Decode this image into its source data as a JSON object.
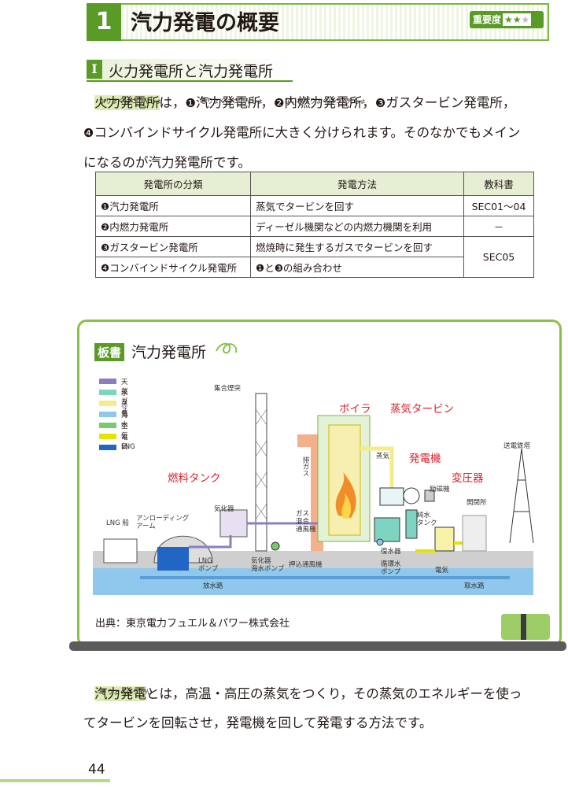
{
  "header": {
    "number": "1",
    "title": "汽力発電の概要",
    "importance_label": "重要度",
    "stars_on": "★★",
    "stars_off": "★"
  },
  "section": {
    "badge": "I",
    "title": "火力発電所と汽力発電所"
  },
  "intro": {
    "term": "火力発電所",
    "term_ruby": "かりょくはつでんしょ",
    "t1": "は，",
    "c1": "❶",
    "o1": "汽力発電所",
    "o1_ruby": "きりょくはつでんしょ",
    "t2": "，",
    "c2": "❷",
    "o2": "内燃力発電所",
    "o2_ruby": "ないねんりょくはつでんしょ",
    "t3": "，",
    "c3": "❸",
    "o3": "ガスタービン発電所，",
    "line2_c": "❹",
    "line2": "コンバインドサイクル発電所に大きく分けられます。そのなかでもメイン",
    "line3": "になるのが汽力発電所です。"
  },
  "table": {
    "headers": [
      "発電所の分類",
      "発電方法",
      "教科書"
    ],
    "rows": [
      [
        "❶汽力発電所",
        "蒸気でタービンを回す",
        "SEC01～04"
      ],
      [
        "❷内燃力発電所",
        "ディーゼル機関などの内燃力機関を利用",
        "－"
      ],
      [
        "❸ガスタービン発電所",
        "燃焼時に発生するガスでタービンを回す",
        "SEC05"
      ],
      [
        "❹コンバインドサイクル発電所",
        "❶と❸の組み合わせ",
        ""
      ]
    ]
  },
  "board": {
    "badge": "板書",
    "title": "汽力発電所",
    "source": "出典：東京電力フュエル＆パワー株式会社",
    "legend": [
      {
        "label": "天然ガス",
        "color": "#8e7cc3"
      },
      {
        "label": "水",
        "color": "#7fd3c1"
      },
      {
        "label": "蒸気",
        "color": "#f4ec8a"
      },
      {
        "label": "海水",
        "color": "#8fc8ec"
      },
      {
        "label": "空気",
        "color": "#7ac96d"
      },
      {
        "label": "電気",
        "color": "#e4e400"
      },
      {
        "label": "LNG",
        "color": "#2166c4"
      }
    ],
    "red_labels": {
      "boiler": "ボイラ",
      "turbine": "蒸気タービン",
      "generator": "発電機",
      "fuel_tank": "燃料タンク",
      "transformer": "変圧器"
    },
    "labels": {
      "chimney": "集合煙突",
      "exhaust": "排ガス",
      "steam": "蒸気",
      "vaporizer": "気化器",
      "lng_ship": "LNG 船",
      "unloading_arm": "アンローディング\nアーム",
      "gas_mixer": "ガス\n混合\n通風機",
      "pure_water_tank": "純水\nタンク",
      "exciter": "励磁機",
      "switchyard": "開閉所",
      "tower": "送電鉄塔",
      "condenser": "復水器",
      "lng_pump": "LNG\nポンプ",
      "vap_pump": "気化器\n海水ポンプ",
      "push_fan": "押込通風機",
      "circ_pump": "循環水\nポンプ",
      "electricity": "電気",
      "discharge": "放水路",
      "intake": "取水路"
    }
  },
  "closing": {
    "term": "汽力発電",
    "term_ruby": "きりょくはつでん",
    "line1": "とは，高温・高圧の蒸気をつくり，その蒸気のエネルギーを使っ",
    "line2": "てタービンを回転させ，発電機を回して発電する方法です。"
  },
  "page_number": "44"
}
